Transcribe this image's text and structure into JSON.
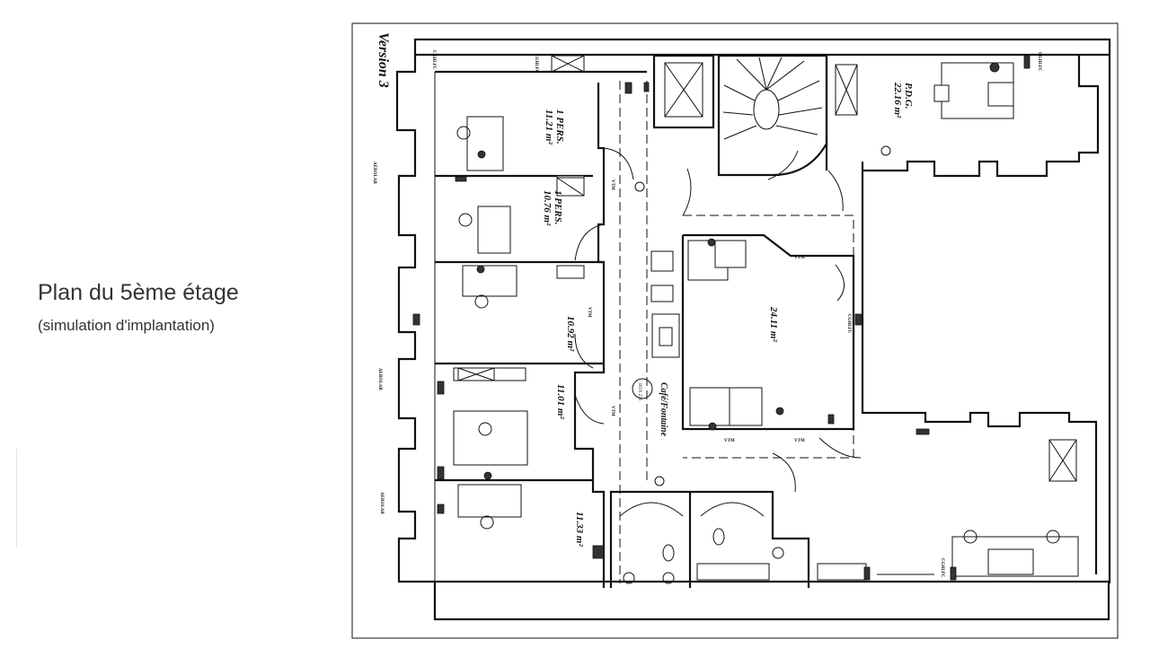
{
  "heading": {
    "title": "Plan du 5ème étage",
    "subtitle": "(simulation d'implantation)"
  },
  "plan": {
    "version_label": "Version 3",
    "rooms": [
      {
        "name": "1 PERS.",
        "area": "11.21 m²"
      },
      {
        "name": "1 PERS.",
        "area": "10.76 m²"
      },
      {
        "name": "",
        "area": "10.92 m²"
      },
      {
        "name": "",
        "area": "11.01 m²"
      },
      {
        "name": "",
        "area": "11.33 m²"
      },
      {
        "name": "P.D.G.",
        "area": "22.16 m²"
      },
      {
        "name": "",
        "area": "24.11 m²"
      }
    ],
    "cafe_label": "Café/Fontaine",
    "cafe_tag": "BOX 230",
    "vtm_label": "VTM",
    "aeration_label": "AEROLAB",
    "wall_outlet_label": "CGHLFC"
  },
  "colors": {
    "line": "#111111",
    "paper": "#ffffff",
    "title_text": "#333333"
  }
}
